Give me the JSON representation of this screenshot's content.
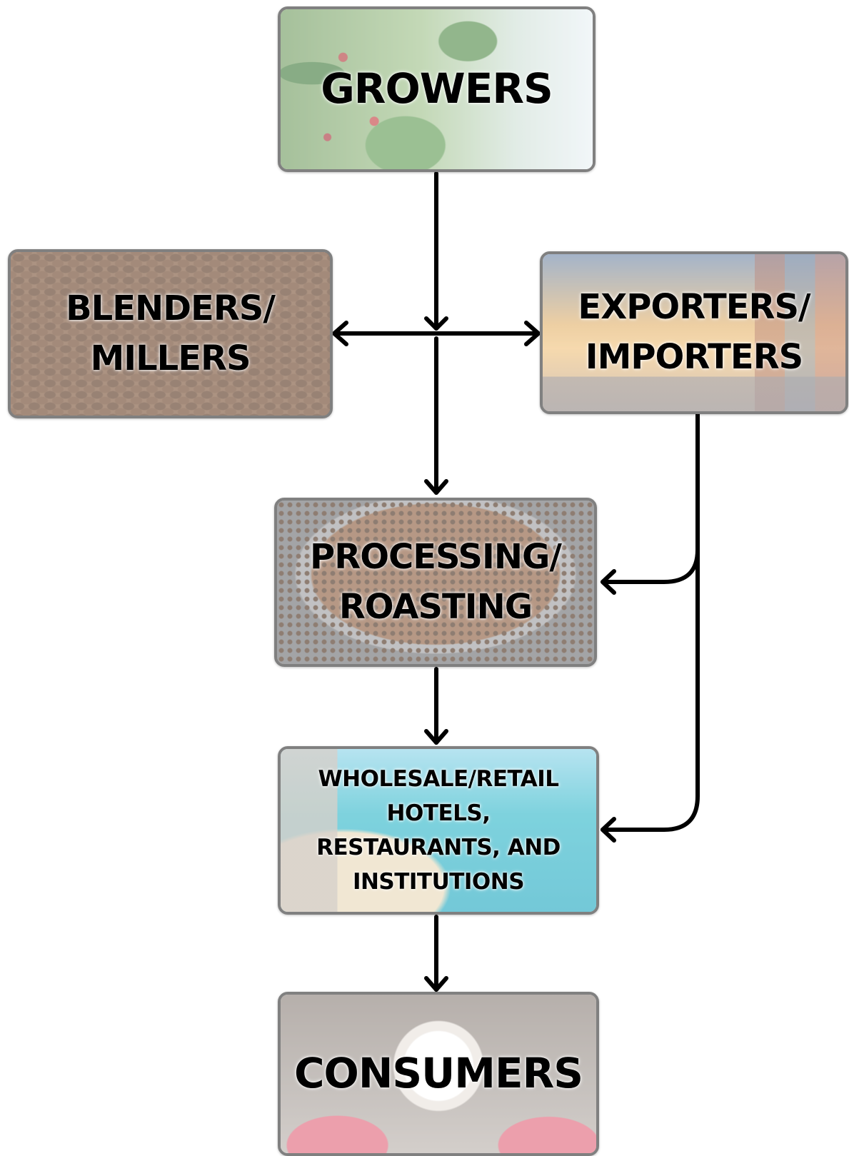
{
  "nodes": {
    "growers": {
      "label": "GROWERS"
    },
    "blenders": {
      "line1": "BLENDERS/",
      "line2": "MILLERS"
    },
    "exporters": {
      "line1": "EXPORTERS/",
      "line2": "IMPORTERS"
    },
    "processing": {
      "line1": "PROCESSING/",
      "line2": "ROASTING"
    },
    "wholesale": {
      "line1": "WHOLESALE/RETAIL",
      "line2": "HOTELS,",
      "line3": "RESTAURANTS, AND",
      "line4": "INSTITUTIONS"
    },
    "consumers": {
      "label": "CONSUMERS"
    }
  },
  "edges": [
    {
      "from": "growers",
      "to": "blenders"
    },
    {
      "from": "growers",
      "to": "exporters"
    },
    {
      "from": "growers",
      "to": "processing"
    },
    {
      "from": "exporters",
      "to": "processing"
    },
    {
      "from": "exporters",
      "to": "wholesale"
    },
    {
      "from": "processing",
      "to": "wholesale"
    },
    {
      "from": "wholesale",
      "to": "consumers"
    }
  ]
}
